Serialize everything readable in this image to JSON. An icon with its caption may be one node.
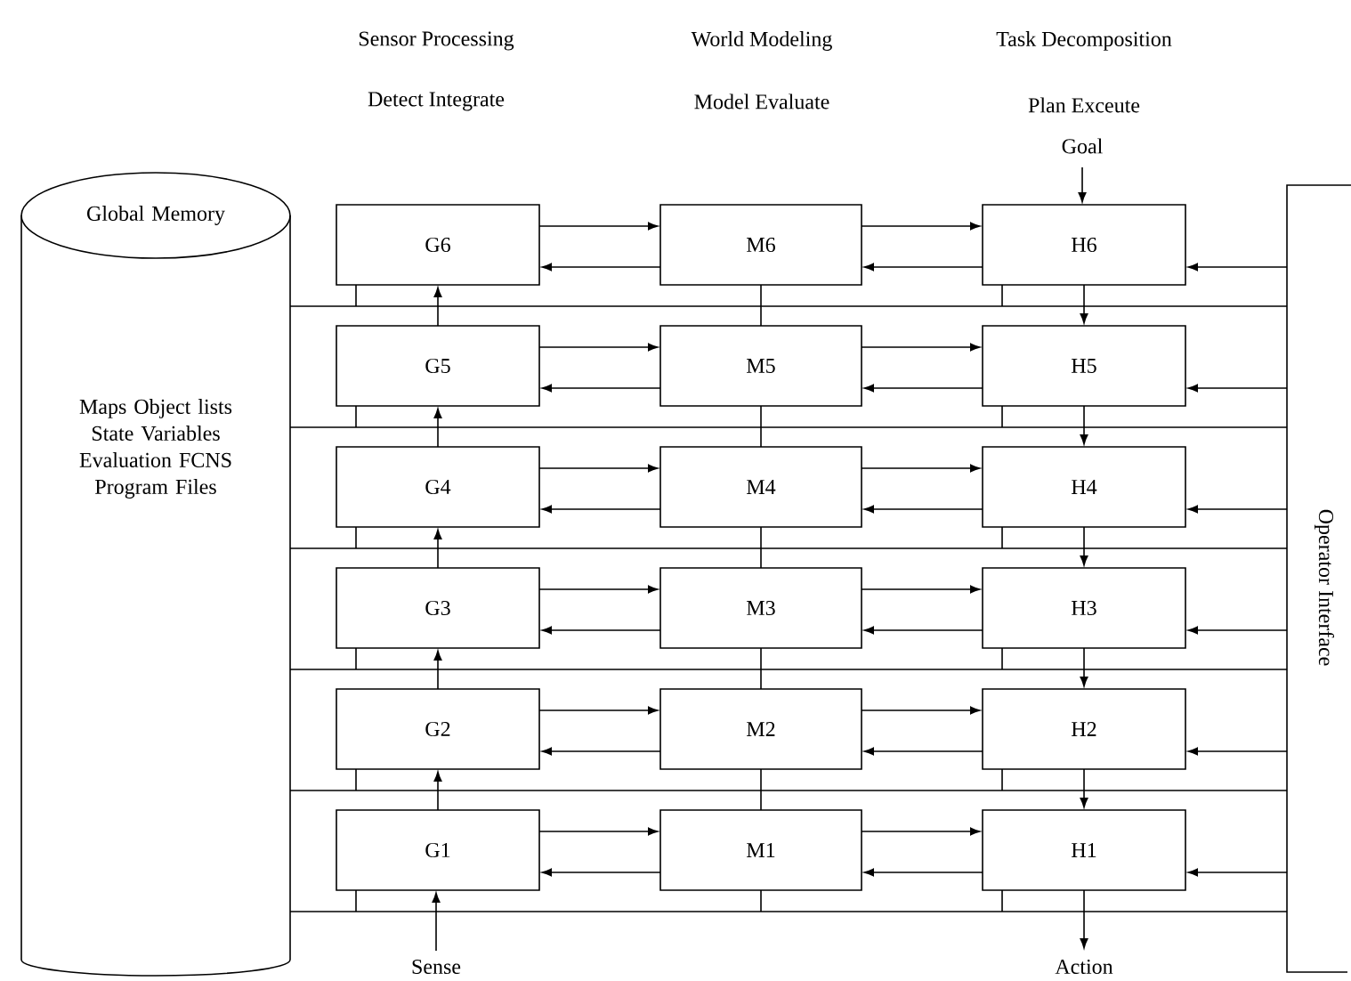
{
  "diagram": {
    "nodes": [
      {
        "text": [
          "Goal"
        ]
      },
      {
        "text": [
          "Global Memory",
          "Maps Object lists State Variables Evaluation FCNS Program Files"
        ]
      },
      {
        "text": [
          "G6"
        ]
      },
      {
        "text": [
          "M6"
        ]
      },
      {
        "text": [
          "H6"
        ]
      },
      {
        "text": [
          "G5"
        ]
      },
      {
        "text": [
          "M5"
        ]
      },
      {
        "text": [
          "H5"
        ]
      },
      {
        "text": [
          "G4"
        ]
      },
      {
        "text": [
          "M4"
        ]
      },
      {
        "text": [
          "H4"
        ]
      },
      {
        "text": [
          "G3"
        ]
      },
      {
        "text": [
          "M3"
        ]
      },
      {
        "text": [
          "H3"
        ]
      },
      {
        "text": [
          "G2"
        ]
      },
      {
        "text": [
          "M2"
        ]
      },
      {
        "text": [
          "H2"
        ]
      },
      {
        "text": [
          "G1"
        ]
      },
      {
        "text": [
          "M1"
        ]
      },
      {
        "text": [
          "H1"
        ]
      },
      {
        "text": [
          "Operator Interface"
        ]
      },
      {
        "text": [
          "Sense"
        ]
      },
      {
        "text": [
          "Action"
        ]
      },
      {
        "text": [],
        "shape": "bar"
      },
      {
        "text": [],
        "shape": "bar"
      },
      {
        "text": [],
        "shape": "bar"
      },
      {
        "text": [],
        "shape": "bar"
      },
      {
        "text": [],
        "shape": "bar"
      },
      {
        "text": [],
        "shape": "bar"
      }
    ],
    "edges": [
      {
        "from": 0,
        "to": 4,
        "arrow": "to"
      },
      {
        "from": 2,
        "to": 3,
        "arrow": "to"
      },
      {
        "from": 3,
        "to": 2,
        "arrow": "to"
      },
      {
        "from": 3,
        "to": 4,
        "arrow": "to"
      },
      {
        "from": 4,
        "to": 3,
        "arrow": "to"
      },
      {
        "from": 20,
        "to": 4,
        "arrow": "to"
      },
      {
        "from": 5,
        "to": 6,
        "arrow": "to"
      },
      {
        "from": 6,
        "to": 5,
        "arrow": "to"
      },
      {
        "from": 6,
        "to": 7,
        "arrow": "to"
      },
      {
        "from": 7,
        "to": 6,
        "arrow": "to"
      },
      {
        "from": 20,
        "to": 7,
        "arrow": "to"
      },
      {
        "from": 8,
        "to": 9,
        "arrow": "to"
      },
      {
        "from": 9,
        "to": 8,
        "arrow": "to"
      },
      {
        "from": 9,
        "to": 10,
        "arrow": "to"
      },
      {
        "from": 10,
        "to": 9,
        "arrow": "to"
      },
      {
        "from": 20,
        "to": 10,
        "arrow": "to"
      },
      {
        "from": 11,
        "to": 12,
        "arrow": "to"
      },
      {
        "from": 12,
        "to": 11,
        "arrow": "to"
      },
      {
        "from": 12,
        "to": 13,
        "arrow": "to"
      },
      {
        "from": 13,
        "to": 12,
        "arrow": "to"
      },
      {
        "from": 20,
        "to": 13,
        "arrow": "to"
      },
      {
        "from": 14,
        "to": 15,
        "arrow": "to"
      },
      {
        "from": 15,
        "to": 14,
        "arrow": "to"
      },
      {
        "from": 15,
        "to": 16,
        "arrow": "to"
      },
      {
        "from": 16,
        "to": 15,
        "arrow": "to"
      },
      {
        "from": 20,
        "to": 16,
        "arrow": "to"
      },
      {
        "from": 17,
        "to": 18,
        "arrow": "to"
      },
      {
        "from": 18,
        "to": 17,
        "arrow": "to"
      },
      {
        "from": 18,
        "to": 19,
        "arrow": "to"
      },
      {
        "from": 19,
        "to": 18,
        "arrow": "to"
      },
      {
        "from": 20,
        "to": 19,
        "arrow": "to"
      },
      {
        "from": 5,
        "to": 2,
        "arrow": "to"
      },
      {
        "from": 8,
        "to": 5,
        "arrow": "to"
      },
      {
        "from": 11,
        "to": 8,
        "arrow": "to"
      },
      {
        "from": 14,
        "to": 11,
        "arrow": "to"
      },
      {
        "from": 17,
        "to": 14,
        "arrow": "to"
      },
      {
        "from": 4,
        "to": 7,
        "arrow": "to"
      },
      {
        "from": 7,
        "to": 10,
        "arrow": "to"
      },
      {
        "from": 10,
        "to": 13,
        "arrow": "to"
      },
      {
        "from": 13,
        "to": 16,
        "arrow": "to"
      },
      {
        "from": 16,
        "to": 19,
        "arrow": "to"
      },
      {
        "from": 21,
        "to": 17,
        "arrow": "to"
      },
      {
        "from": 19,
        "to": 22,
        "arrow": "to"
      },
      {
        "from": 2,
        "to": 23,
        "arrow": "none"
      },
      {
        "from": 3,
        "to": 23,
        "arrow": "none"
      },
      {
        "from": 4,
        "to": 23,
        "arrow": "none"
      },
      {
        "from": 5,
        "to": 24,
        "arrow": "none"
      },
      {
        "from": 6,
        "to": 24,
        "arrow": "none"
      },
      {
        "from": 7,
        "to": 24,
        "arrow": "none"
      },
      {
        "from": 23,
        "to": 6,
        "arrow": "none"
      },
      {
        "from": 8,
        "to": 25,
        "arrow": "none"
      },
      {
        "from": 9,
        "to": 25,
        "arrow": "none"
      },
      {
        "from": 10,
        "to": 25,
        "arrow": "none"
      },
      {
        "from": 24,
        "to": 9,
        "arrow": "none"
      },
      {
        "from": 11,
        "to": 26,
        "arrow": "none"
      },
      {
        "from": 12,
        "to": 26,
        "arrow": "none"
      },
      {
        "from": 13,
        "to": 26,
        "arrow": "none"
      },
      {
        "from": 25,
        "to": 12,
        "arrow": "none"
      },
      {
        "from": 14,
        "to": 27,
        "arrow": "none"
      },
      {
        "from": 15,
        "to": 27,
        "arrow": "none"
      },
      {
        "from": 16,
        "to": 27,
        "arrow": "none"
      },
      {
        "from": 26,
        "to": 15,
        "arrow": "none"
      },
      {
        "from": 17,
        "to": 28,
        "arrow": "none"
      },
      {
        "from": 18,
        "to": 28,
        "arrow": "none"
      },
      {
        "from": 19,
        "to": 28,
        "arrow": "none"
      },
      {
        "from": 27,
        "to": 18,
        "arrow": "none"
      }
    ],
    "labels": [
      "Sensor Processing",
      "World Modeling",
      "Task Decomposition",
      "Detect Integrate",
      "Model Evaluate",
      "Plan Exceute"
    ]
  }
}
